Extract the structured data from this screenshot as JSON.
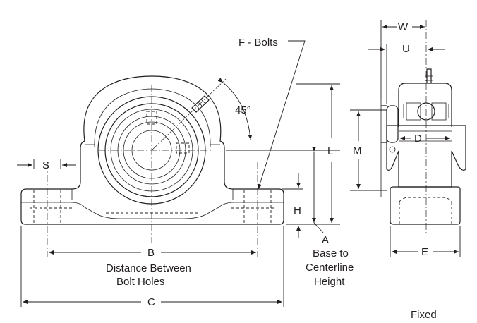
{
  "labels": {
    "f_bolts": "F - Bolts",
    "angle": "45°",
    "s": "S",
    "h": "H",
    "l": "L",
    "a": "A",
    "base_line1": "Base to",
    "base_line2": "Centerline",
    "base_line3": "Height",
    "b": "B",
    "b_desc_line1": "Distance Between",
    "b_desc_line2": "Bolt Holes",
    "c": "C",
    "w": "W",
    "u": "U",
    "m": "M",
    "d": "D",
    "e": "E",
    "fixed": "Fixed"
  },
  "colors": {
    "ink": "#231f20",
    "paper": "#ffffff"
  }
}
